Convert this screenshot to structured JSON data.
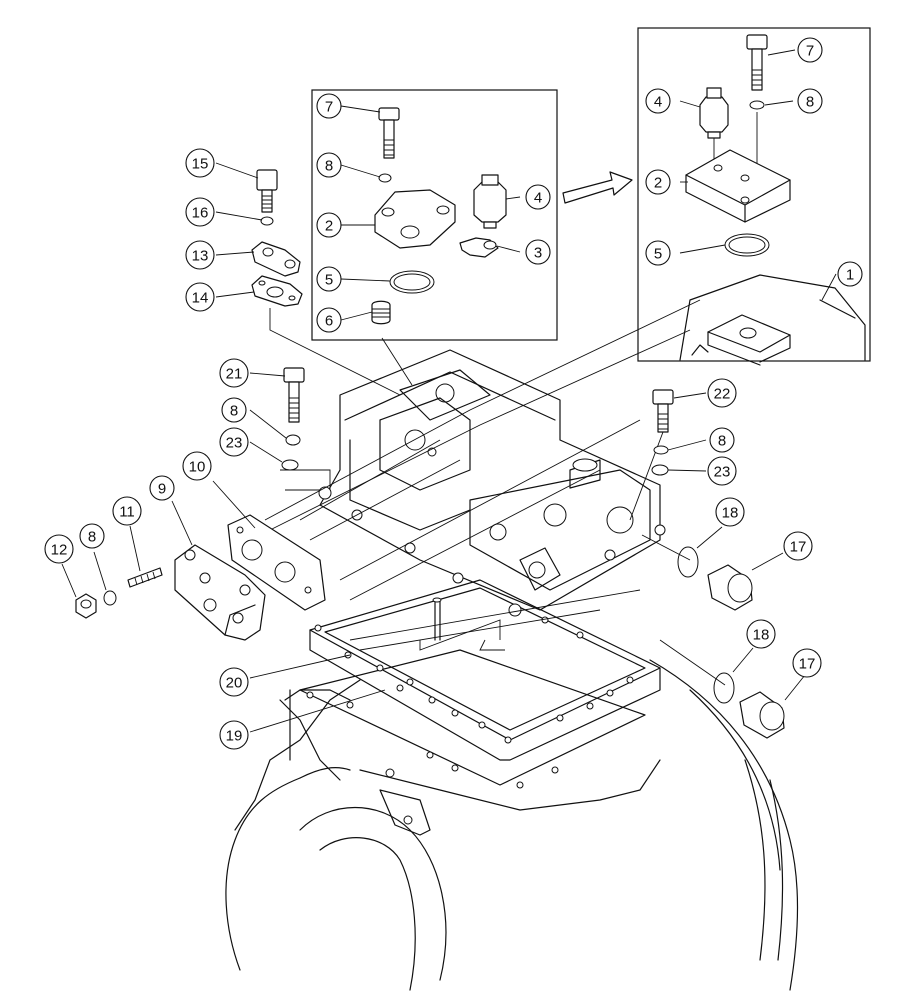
{
  "callouts": [
    {
      "label": "7"
    },
    {
      "label": "8"
    },
    {
      "label": "4"
    },
    {
      "label": "2"
    },
    {
      "label": "3"
    },
    {
      "label": "5"
    },
    {
      "label": "6"
    },
    {
      "label": "7"
    },
    {
      "label": "4"
    },
    {
      "label": "8"
    },
    {
      "label": "2"
    },
    {
      "label": "5"
    },
    {
      "label": "1"
    },
    {
      "label": "15"
    },
    {
      "label": "16"
    },
    {
      "label": "13"
    },
    {
      "label": "14"
    },
    {
      "label": "21"
    },
    {
      "label": "8"
    },
    {
      "label": "23"
    },
    {
      "label": "22"
    },
    {
      "label": "8"
    },
    {
      "label": "23"
    },
    {
      "label": "18"
    },
    {
      "label": "17"
    },
    {
      "label": "18"
    },
    {
      "label": "17"
    },
    {
      "label": "10"
    },
    {
      "label": "9"
    },
    {
      "label": "11"
    },
    {
      "label": "8"
    },
    {
      "label": "12"
    },
    {
      "label": "20"
    },
    {
      "label": "19"
    }
  ]
}
